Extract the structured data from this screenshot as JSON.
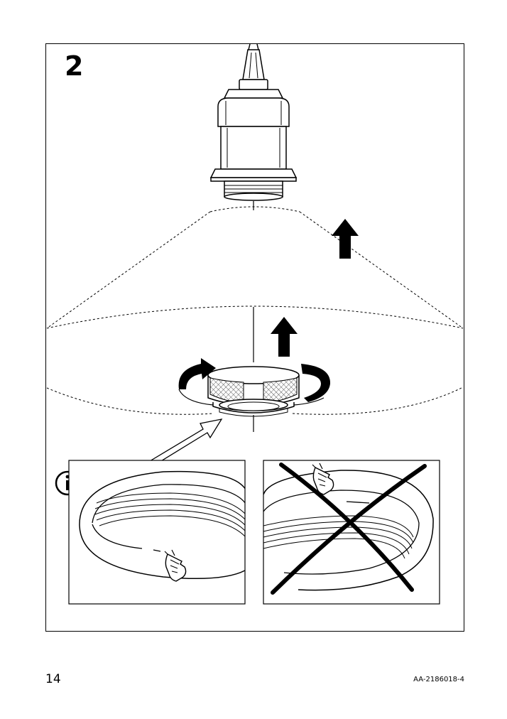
{
  "step_number": "2",
  "page_number": "14",
  "document_code": "AA-2186018-4",
  "icons": {
    "info": "info-icon",
    "lamp_socket": "lamp-socket",
    "lift_arrow": "arrow-up-icon",
    "rotate_arrow": "rotate-arrow-icon",
    "pointer": "pointing-hand-icon",
    "wrong": "cross-out-icon"
  },
  "colors": {
    "line": "#000000",
    "background": "#ffffff",
    "mesh": "#888888"
  }
}
